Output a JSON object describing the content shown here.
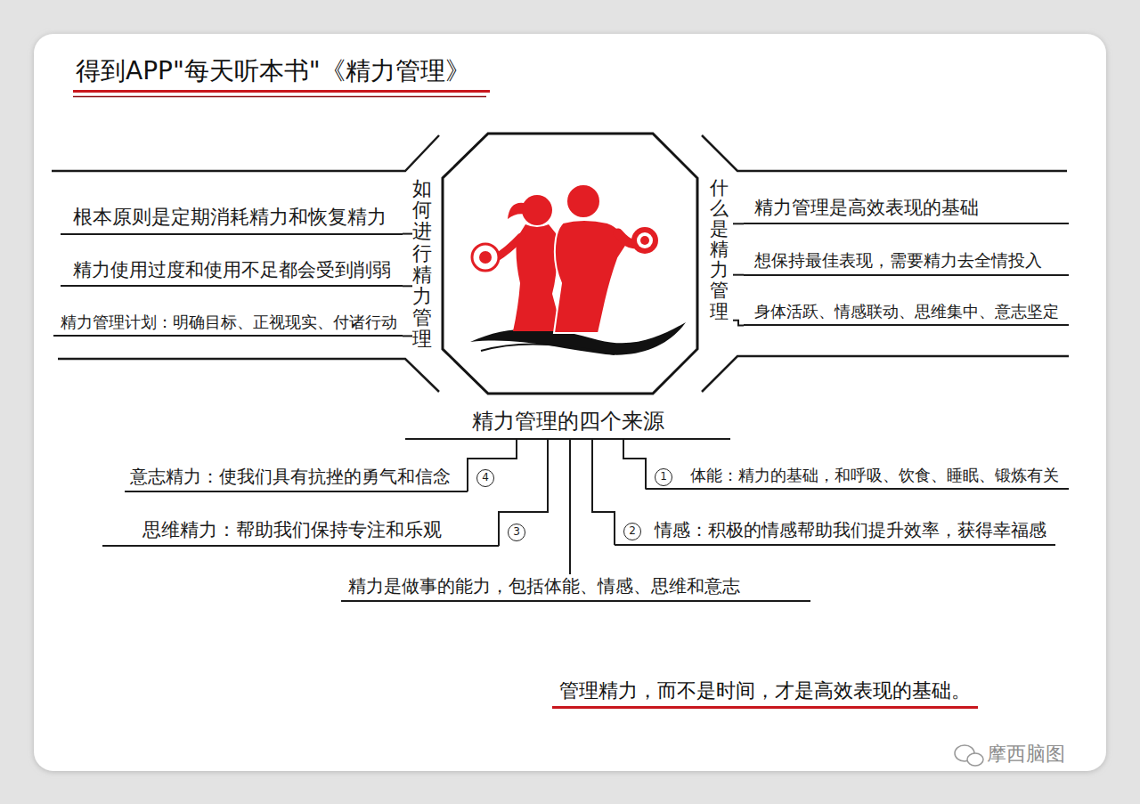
{
  "diagram": {
    "title": "得到APP\"每天听本书\"《精力管理》",
    "caption": "管理精力，而不是时间，才是高效表现的基础。",
    "nodes": [
      {
        "text": [
          "如何进行精力管理"
        ]
      },
      {
        "text": [
          "根本原则是定期消耗精力和恢复精力"
        ]
      },
      {
        "text": [
          "精力使用过度和使用不足都会受到削弱"
        ]
      },
      {
        "text": [
          "精力管理计划：明确目标、正视现实、付诸行动"
        ]
      },
      {
        "text": [
          "什么是精力管理"
        ]
      },
      {
        "text": [
          "精力管理是高效表现的基础"
        ]
      },
      {
        "text": [
          "想保持最佳表现，需要精力去全情投入"
        ]
      },
      {
        "text": [
          "身体活跃、情感联动、思维集中、意志坚定"
        ]
      },
      {
        "text": [
          "精力管理的四个来源"
        ]
      },
      {
        "text": [
          "意志精力：使我们具有抗挫的勇气和信念"
        ]
      },
      {
        "text": [
          "体能：精力的基础，和呼吸、饮食、睡眠、锻炼有关"
        ]
      },
      {
        "text": [
          "思维精力：帮助我们保持专注和乐观"
        ]
      },
      {
        "text": [
          "情感：积极的情感帮助我们提升效率，获得幸福感"
        ]
      },
      {
        "text": [
          "精力是做事的能力，包括体能、情感、思维和意志"
        ]
      }
    ],
    "edges": [
      {
        "from": 0,
        "to": 1,
        "arrow": "none"
      },
      {
        "from": 0,
        "to": 2,
        "arrow": "none"
      },
      {
        "from": 0,
        "to": 3,
        "arrow": "none"
      },
      {
        "from": 4,
        "to": 5,
        "arrow": "none"
      },
      {
        "from": 4,
        "to": 6,
        "arrow": "none"
      },
      {
        "from": 4,
        "to": 7,
        "arrow": "none"
      },
      {
        "from": 8,
        "to": 9,
        "arrow": "none"
      },
      {
        "from": 8,
        "to": 10,
        "arrow": "none"
      },
      {
        "from": 8,
        "to": 11,
        "arrow": "none"
      },
      {
        "from": 8,
        "to": 12,
        "arrow": "none"
      },
      {
        "from": 8,
        "to": 13,
        "arrow": "none"
      }
    ],
    "labels": [
      "4",
      "1",
      "3",
      "2",
      "摩西脑图"
    ]
  }
}
